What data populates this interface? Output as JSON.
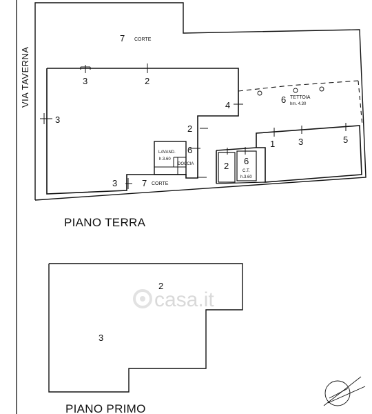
{
  "street_label": "VIA TAVERNA",
  "floors": {
    "ground_title": "PIANO TERRA",
    "first_title": "PIANO PRIMO"
  },
  "ground_labels": {
    "corte_top_num": "7",
    "corte_top_text": "CORTE",
    "corte_bottom_num": "7",
    "corte_bottom_text": "CORTE",
    "room_top_left": "3",
    "room_top_mid": "2",
    "room_left": "3",
    "room_4": "4",
    "room_2_mid": "2",
    "tettoia_num": "6",
    "tettoia_text": "TETTOIA",
    "tettoia_height": "hm. 4.30",
    "lavand_text": "LAVAND.",
    "lavand_height": "h.3.60",
    "doccia_text": "DOCCIA",
    "room_6_center": "6",
    "room_3_bottom": "3",
    "room_2_small": "2",
    "ct_num": "6",
    "ct_text": "C.T.",
    "ct_height": "h.3.60",
    "room_1": "1",
    "room_3_right": "3",
    "room_5": "5"
  },
  "first_labels": {
    "room_2": "2",
    "room_3": "3"
  },
  "watermark": "casa.it",
  "icons": {
    "north_arrow": "compass-north-arrow-icon",
    "watermark_logo": "casa-logo-icon"
  }
}
